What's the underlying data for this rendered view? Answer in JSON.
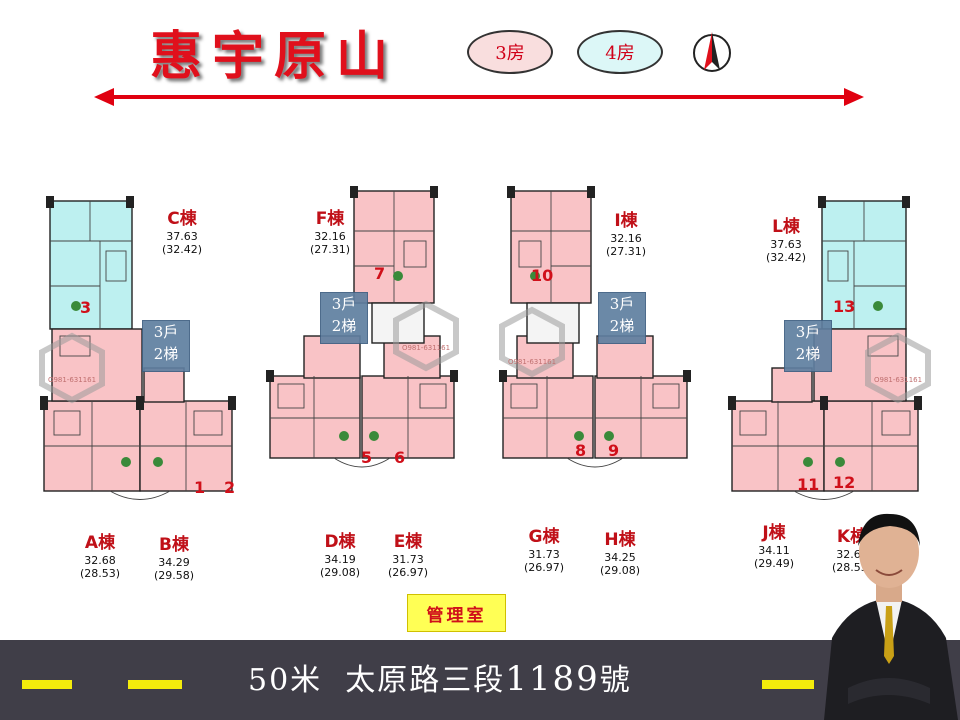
{
  "title": "惠宇原山",
  "legend": {
    "three_room": "3房",
    "four_room": "4房"
  },
  "colors": {
    "three_room": "#f9c3c6",
    "four_room": "#bdf0f0",
    "accent": "#e0101c",
    "road": "#403e48",
    "lane": "#f4ec0c"
  },
  "compass_icon": "north-arrow-icon",
  "elevator_label": {
    "line1": "3戶",
    "line2": "2梯"
  },
  "watermark_text": "O981-631161",
  "buildings": {
    "A": {
      "name": "A棟",
      "area": "32.68",
      "net": "(28.53)",
      "unit": "1"
    },
    "B": {
      "name": "B棟",
      "area": "34.29",
      "net": "(29.58)",
      "unit": "2"
    },
    "C": {
      "name": "C棟",
      "area": "37.63",
      "net": "(32.42)",
      "unit": "3"
    },
    "D": {
      "name": "D棟",
      "area": "34.19",
      "net": "(29.08)",
      "unit": "5"
    },
    "E": {
      "name": "E棟",
      "area": "31.73",
      "net": "(26.97)",
      "unit": "6"
    },
    "F": {
      "name": "F棟",
      "area": "32.16",
      "net": "(27.31)",
      "unit": "7"
    },
    "G": {
      "name": "G棟",
      "area": "31.73",
      "net": "(26.97)",
      "unit": "8"
    },
    "H": {
      "name": "H棟",
      "area": "34.25",
      "net": "(29.08)",
      "unit": "9"
    },
    "I": {
      "name": "I棟",
      "area": "32.16",
      "net": "(27.31)",
      "unit": "10"
    },
    "J": {
      "name": "J棟",
      "area": "34.11",
      "net": "(29.49)",
      "unit": "11"
    },
    "K": {
      "name": "K棟",
      "area": "32.68",
      "net": "(28.53)",
      "unit": "12"
    },
    "L": {
      "name": "L棟",
      "area": "37.63",
      "net": "(32.42)",
      "unit": "13"
    }
  },
  "management_office": "管理室",
  "road": {
    "width": "50米",
    "name": "太原路三段",
    "number": "1189",
    "suffix": "號"
  },
  "agent_icon": "agent-photo"
}
